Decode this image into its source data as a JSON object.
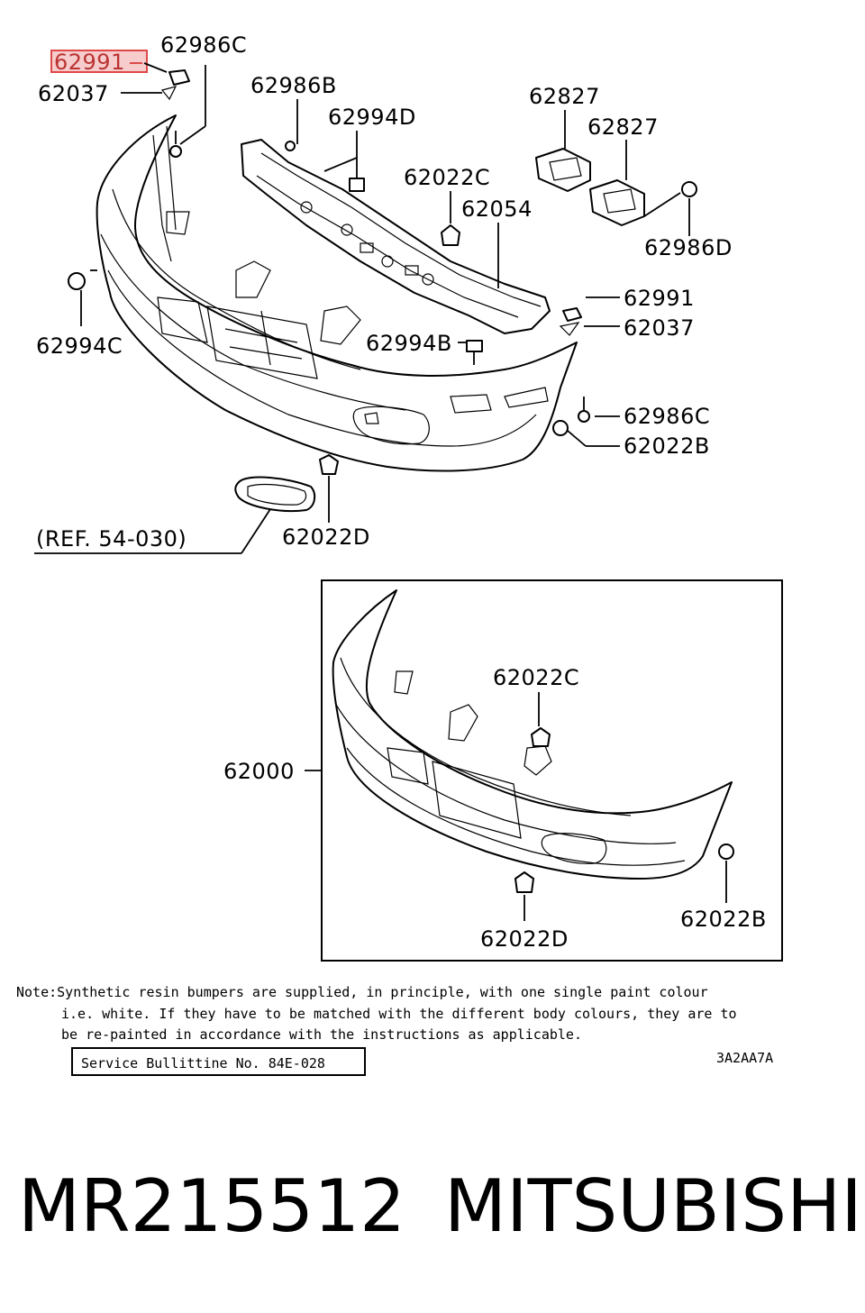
{
  "labels": {
    "p62991_top": "62991",
    "p62986C_top": "62986C",
    "p62037_top": "62037",
    "p62986B": "62986B",
    "p62994D": "62994D",
    "p62827_a": "62827",
    "p62827_b": "62827",
    "p62022C_top": "62022C",
    "p62054": "62054",
    "p62986D": "62986D",
    "p62994C": "62994C",
    "p62991_right": "62991",
    "p62037_right": "62037",
    "p62994B": "62994B",
    "p62986C_right": "62986C",
    "p62022B_top": "62022B",
    "p62022D_top": "62022D",
    "ref": "(REF. 54-030)",
    "p62000": "62000",
    "p62022C_inset": "62022C",
    "p62022D_inset": "62022D",
    "p62022B_inset": "62022B"
  },
  "note": {
    "line1": "Note:Synthetic resin bumpers are supplied, in principle, with one single paint colour",
    "line2": "i.e. white. If they have to be matched with the different body colours, they are to",
    "line3": "be re-painted in accordance with the instructions as applicable."
  },
  "service_bulletin": "Service Bullittine No. 84E-028",
  "diagram_code": "3A2AA7A",
  "footer": {
    "part_number": "MR215512",
    "brand": "MITSUBISHI"
  },
  "colors": {
    "highlight": "#e04848",
    "highlight_fill": "#f6cccc",
    "line": "#000000"
  }
}
